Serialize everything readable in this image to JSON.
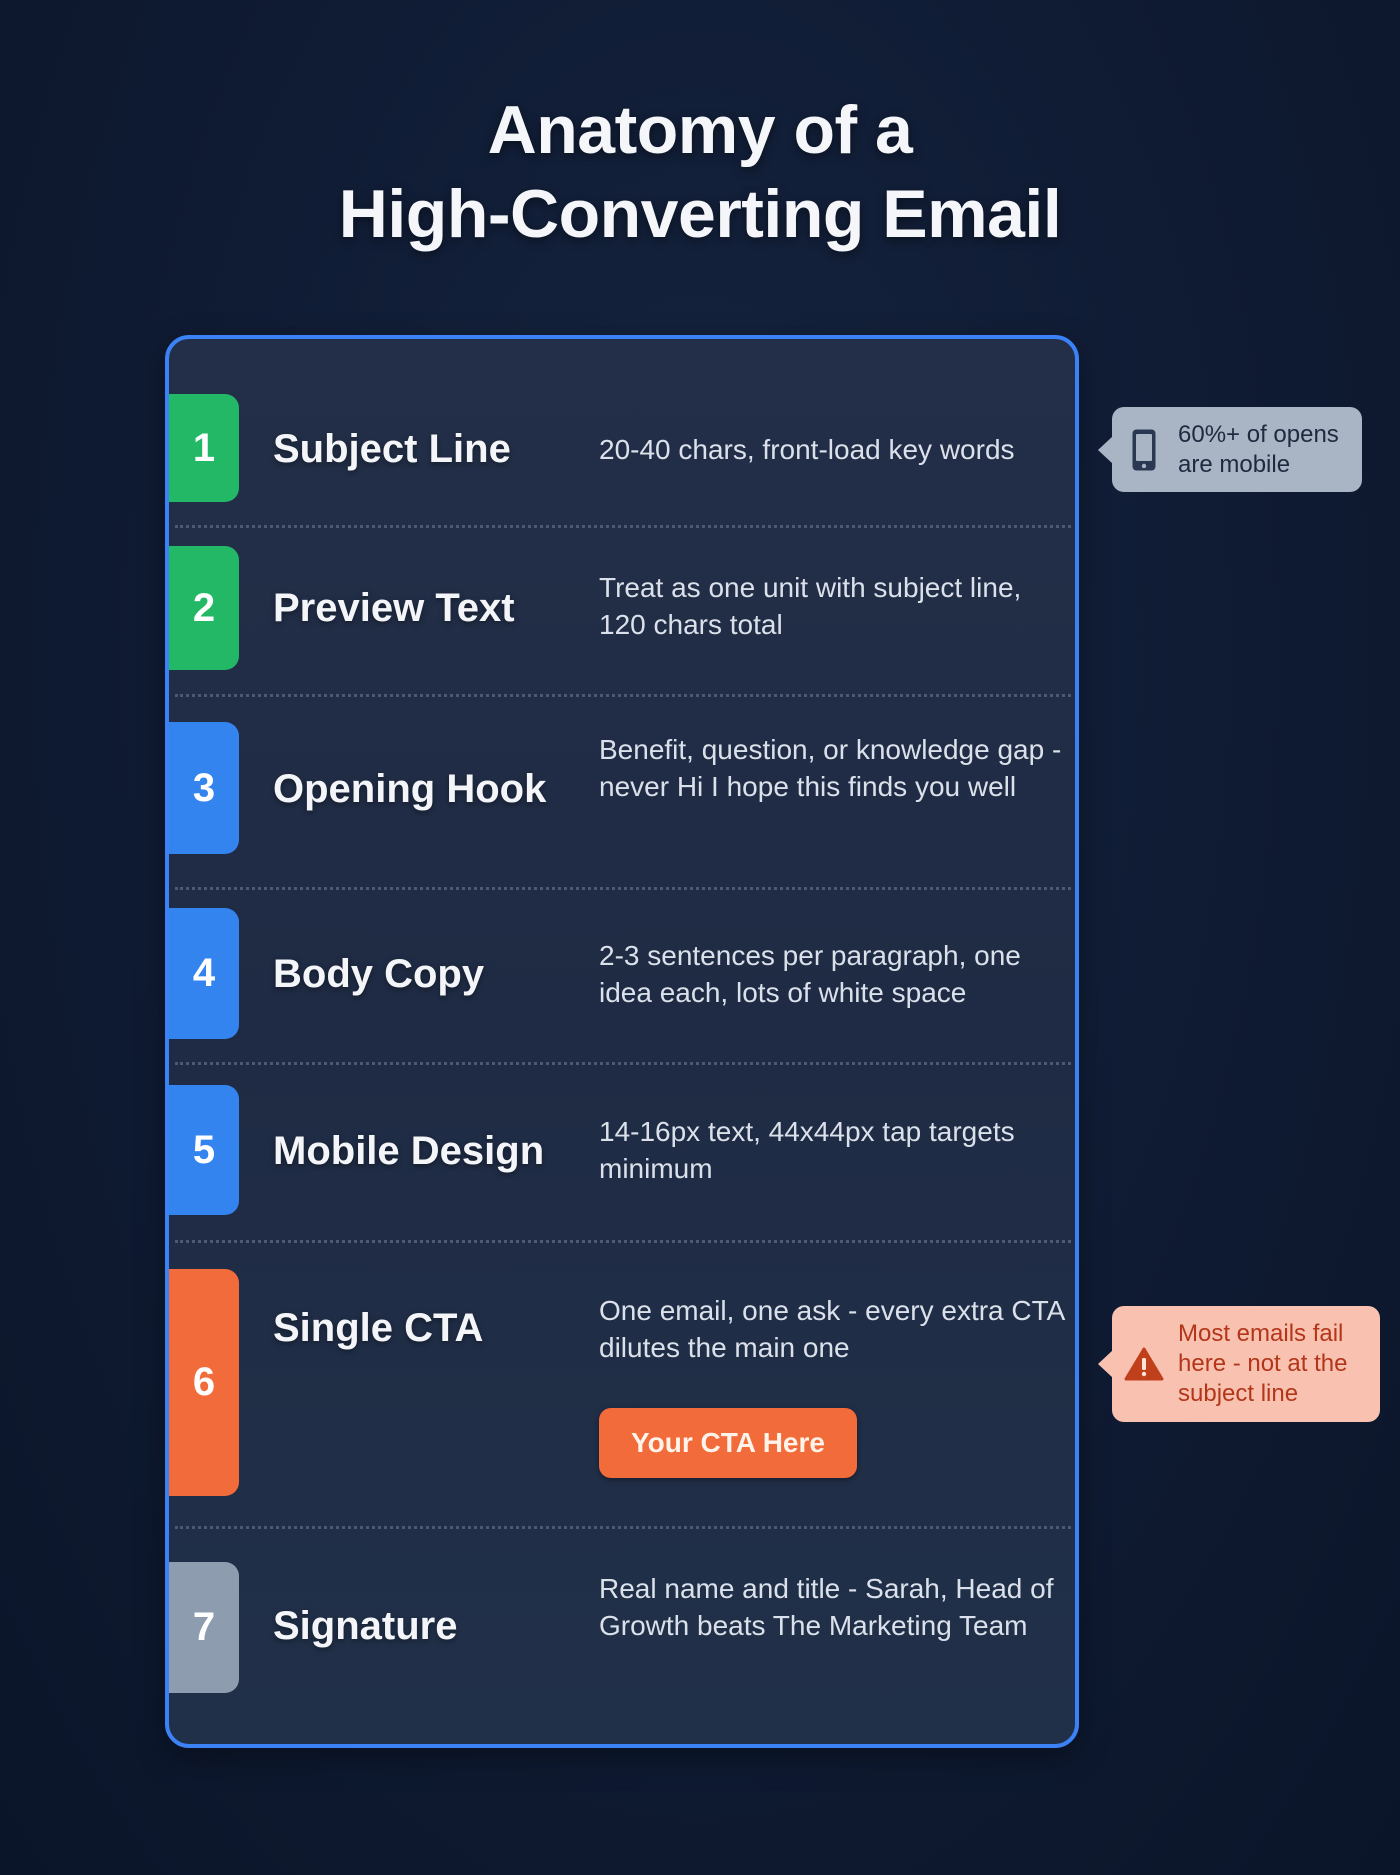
{
  "title": {
    "line1": "Anatomy of a",
    "line2": "High-Converting Email"
  },
  "colors": {
    "background": "#0f1b33",
    "card": "#222e47",
    "card_border": "#3b82f6",
    "green": "#22b866",
    "blue": "#3484f0",
    "orange": "#f26b3a",
    "gray": "#8e9cb0"
  },
  "sections": [
    {
      "number": "1",
      "label": "Subject Line",
      "description": "20-40 chars, front-load key words",
      "color": "green"
    },
    {
      "number": "2",
      "label": "Preview Text",
      "description": "Treat as one unit with subject line, 120 chars total",
      "color": "green"
    },
    {
      "number": "3",
      "label": "Opening Hook",
      "description": "Benefit, question, or knowledge gap - never Hi I hope this finds you well",
      "color": "blue"
    },
    {
      "number": "4",
      "label": "Body Copy",
      "description": "2-3 sentences per paragraph, one idea each, lots of white space",
      "color": "blue"
    },
    {
      "number": "5",
      "label": "Mobile Design",
      "description": "14-16px text, 44x44px tap targets minimum",
      "color": "blue"
    },
    {
      "number": "6",
      "label": "Single CTA",
      "description": "One email, one ask - every extra CTA dilutes the main one",
      "color": "orange",
      "button_label": "Your CTA Here"
    },
    {
      "number": "7",
      "label": "Signature",
      "description": "Real name and title - Sarah, Head of Growth beats The Marketing Team",
      "color": "gray"
    }
  ],
  "callouts": {
    "mobile": {
      "icon": "smartphone-icon",
      "text": "60%+ of opens are mobile"
    },
    "warning": {
      "icon": "warning-icon",
      "text": "Most emails fail here - not at the subject line"
    }
  }
}
